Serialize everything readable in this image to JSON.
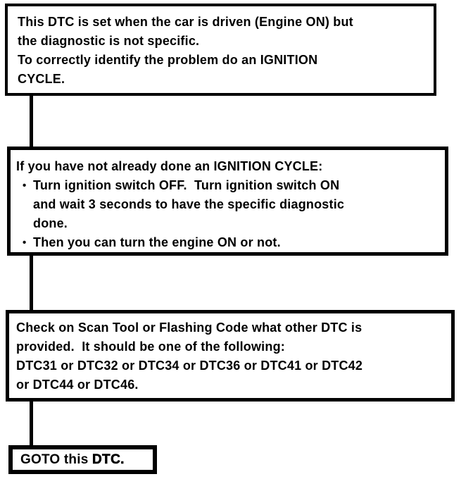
{
  "colors": {
    "border": "#000000",
    "text": "#000000",
    "background": "#ffffff"
  },
  "flowchart": {
    "box1": {
      "lines": [
        "This DTC is set when the car is driven (Engine ON) but",
        "the diagnostic is not specific.",
        "To correctly identify the problem do an IGNITION",
        "CYCLE."
      ]
    },
    "box2": {
      "intro": "If you have not already done an IGNITION CYCLE:",
      "bullet_char": "•",
      "bullets": [
        {
          "lines": [
            "Turn ignition switch OFF.  Turn ignition switch ON",
            "and wait 3 seconds to have the specific diagnostic",
            "done."
          ]
        },
        {
          "lines": [
            "Then you can turn the engine ON or not."
          ]
        }
      ]
    },
    "box3": {
      "lines": [
        "Check on Scan Tool or Flashing Code what other DTC is",
        "provided.  It should be one of the following:",
        "DTC31 or DTC32 or DTC34 or DTC36 or DTC41 or DTC42",
        "or DTC44 or DTC46."
      ]
    },
    "box4": {
      "prefix": "GOTO this ",
      "emphasis": "DTC."
    }
  }
}
